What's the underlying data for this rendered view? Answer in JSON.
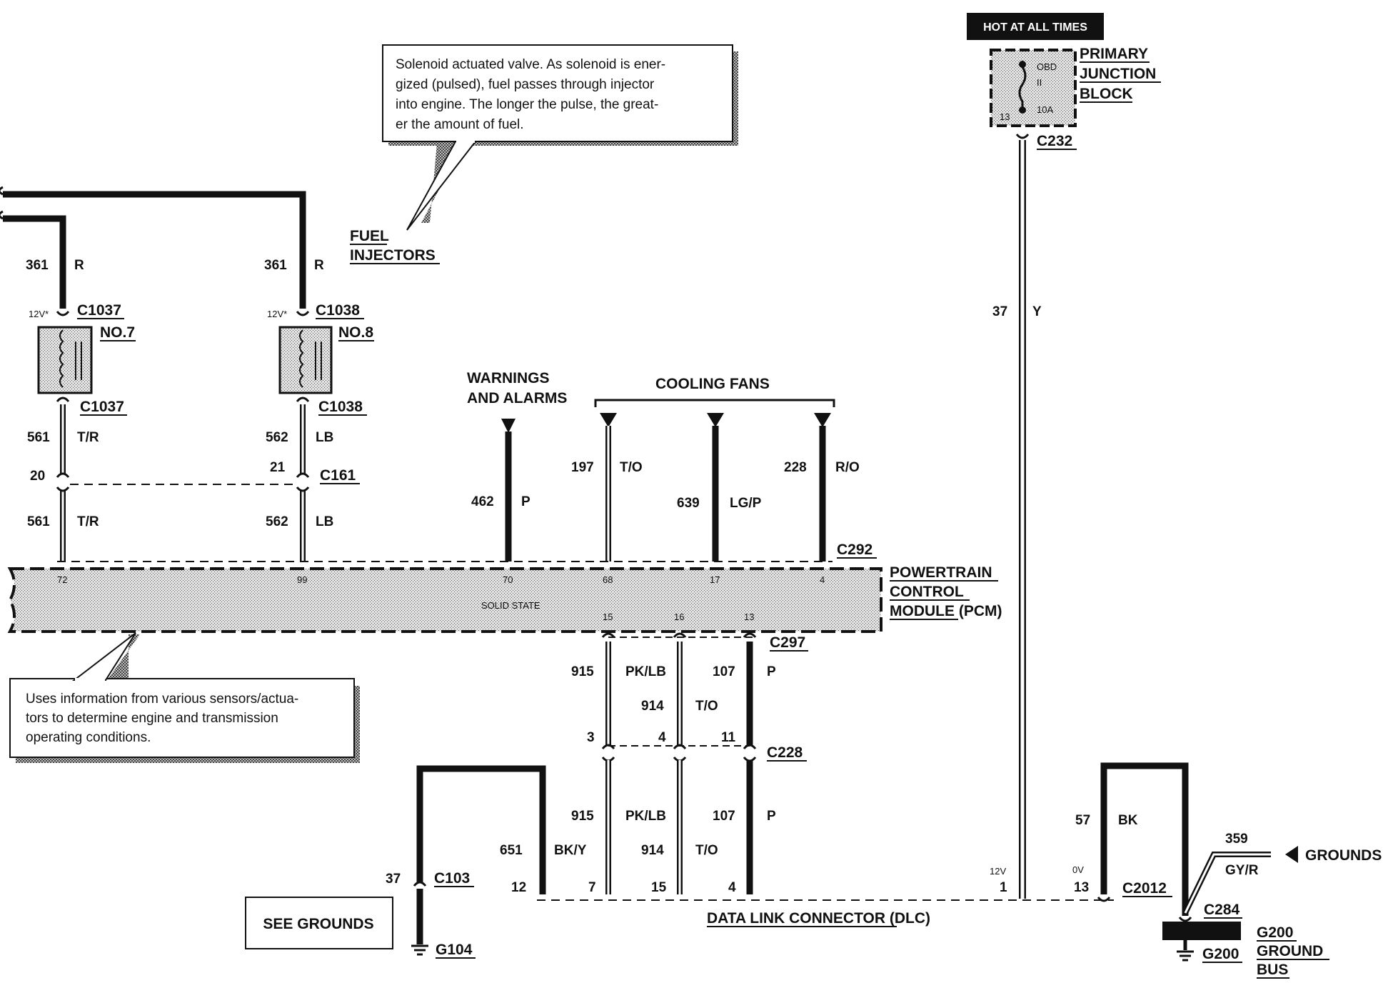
{
  "hot": "HOT AT ALL TIMES",
  "pjb": {
    "title": [
      "PRIMARY",
      "JUNCTION",
      "BLOCK"
    ],
    "fuse_lines": [
      "OBD",
      "II",
      "10A"
    ],
    "pin": "13",
    "connector": "C232"
  },
  "note_injector": [
    "Solenoid actuated valve.  As solenoid is ener-",
    "gized (pulsed), fuel passes through injector",
    "into engine.  The longer the pulse, the great-",
    "er the amount of fuel."
  ],
  "note_pcm": [
    "Uses information from various sensors/actua-",
    "tors to determine engine and transmission",
    "operating conditions."
  ],
  "fuel_injectors": [
    "FUEL",
    "INJECTORS"
  ],
  "injectors": [
    {
      "circuit_top": "361",
      "color_top": "R",
      "volts": "12V*",
      "connector": "C1037",
      "number": "NO.7",
      "circuit_mid": "561",
      "color_mid": "T/R",
      "c161_pin": "20",
      "circuit_low": "561",
      "color_low": "T/R",
      "pcm_pin": "72"
    },
    {
      "circuit_top": "361",
      "color_top": "R",
      "volts": "12V*",
      "connector": "C1038",
      "number": "NO.8",
      "circuit_mid": "562",
      "color_mid": "LB",
      "c161_pin": "21",
      "circuit_low": "562",
      "color_low": "LB",
      "pcm_pin": "99"
    }
  ],
  "c161": "C161",
  "warnings": {
    "title": [
      "WARNINGS",
      "AND ALARMS"
    ],
    "circuit": "462",
    "color": "P",
    "pcm_pin": "70"
  },
  "cooling_fans": {
    "title": "COOLING FANS",
    "wires": [
      {
        "circuit": "197",
        "color": "T/O",
        "pcm_pin": "68"
      },
      {
        "circuit": "639",
        "color": "LG/P",
        "pcm_pin": "17"
      },
      {
        "circuit": "228",
        "color": "R/O",
        "pcm_pin": "4"
      }
    ]
  },
  "c292": "C292",
  "pcm": {
    "title": [
      "POWERTRAIN",
      "CONTROL",
      "MODULE (PCM)"
    ],
    "solid_state": "SOLID STATE",
    "bottom_pins": [
      "15",
      "16",
      "13"
    ]
  },
  "c297": "C297",
  "c228": "C228",
  "dlc_wires": {
    "upper": [
      {
        "circuit": "915",
        "color": "PK/LB"
      },
      {
        "circuit": "914",
        "color": "T/O"
      },
      {
        "circuit": "107",
        "color": "P"
      }
    ],
    "c228_pins": [
      "3",
      "4",
      "11"
    ],
    "lower": [
      {
        "circuit": "915",
        "color": "PK/LB"
      },
      {
        "circuit": "914",
        "color": "T/O"
      },
      {
        "circuit": "107",
        "color": "P"
      }
    ],
    "dlc_pins": [
      "7",
      "15",
      "4"
    ]
  },
  "ground_loop": {
    "circuit_left": "37",
    "connector": "C103",
    "circuit_right": "651",
    "color": "BK/Y",
    "dlc_pin": "12",
    "ground": "G104"
  },
  "see_grounds": "SEE GROUNDS",
  "dlc": "DATA LINK CONNECTOR (DLC)",
  "power_wire": {
    "circuit": "37",
    "color": "Y",
    "volts": "12V",
    "dlc_pin": "1"
  },
  "bk_wire": {
    "circuit": "57",
    "color": "BK",
    "volts": "0V",
    "dlc_pin": "13",
    "connector": "C2012"
  },
  "gy_r": {
    "circuit": "359",
    "color": "GY/R",
    "connector": "C284",
    "dest": "GROUNDS"
  },
  "g200": {
    "title": [
      "G200",
      "GROUND",
      "BUS"
    ],
    "ground": "G200"
  }
}
